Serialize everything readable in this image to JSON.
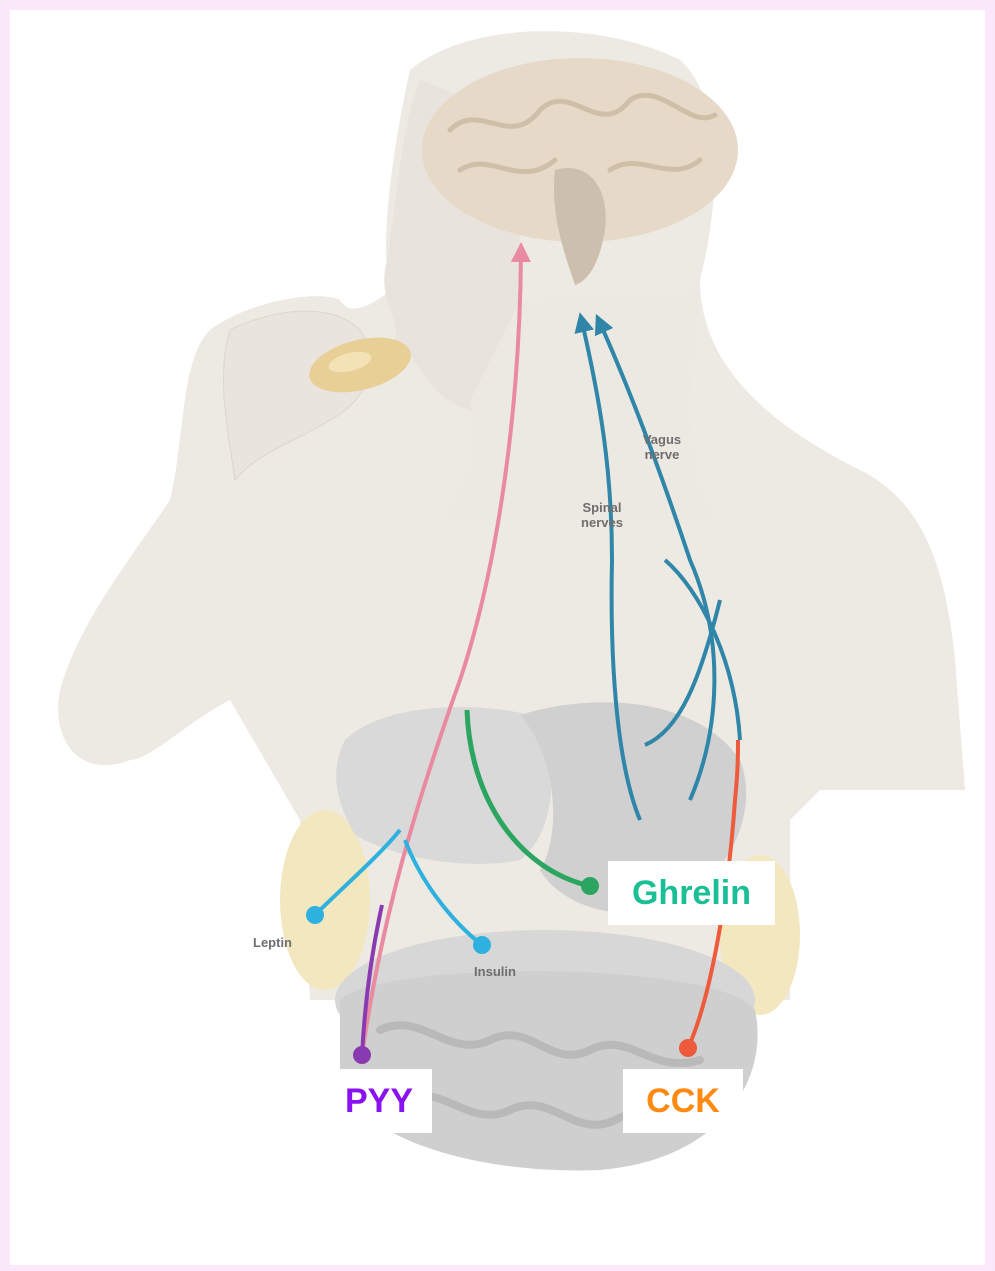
{
  "labels": {
    "vagus_nerve": "Vagus\nnerve",
    "spinal_nerves": "Spinal\nnerves",
    "leptin": "Leptin",
    "insulin": "Insulin",
    "ghrelin": "Ghrelin",
    "pyy": "PYY",
    "cck": "CCK"
  },
  "colors": {
    "page_border": "#fbe8fa",
    "body": "#ede9e3",
    "brain": "#e6d9c8",
    "organs": "#d6d6d6",
    "fat": "#f3e7bf",
    "pyy_path": "#e98aa0",
    "vagus_spinal_path": "#2f86a8",
    "ghrelin_path": "#2ba560",
    "leptin_insulin_path": "#2fb1e0",
    "pyy_source": "#8a3ab0",
    "cck_path": "#ee5a3c",
    "ghrelin_text": "#1bbf95",
    "pyy_text": "#8a12f0",
    "cck_text": "#ff8a12"
  }
}
